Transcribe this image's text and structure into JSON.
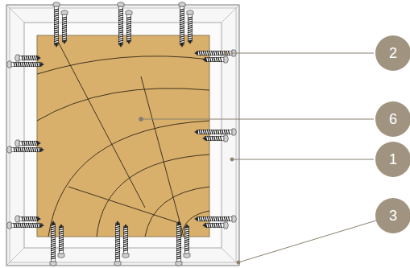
{
  "diagram": {
    "nodes": [
      {
        "text": [
          "2"
        ]
      },
      {
        "text": [
          "6"
        ]
      },
      {
        "text": [
          "1"
        ]
      },
      {
        "text": [
          "3"
        ]
      }
    ]
  }
}
